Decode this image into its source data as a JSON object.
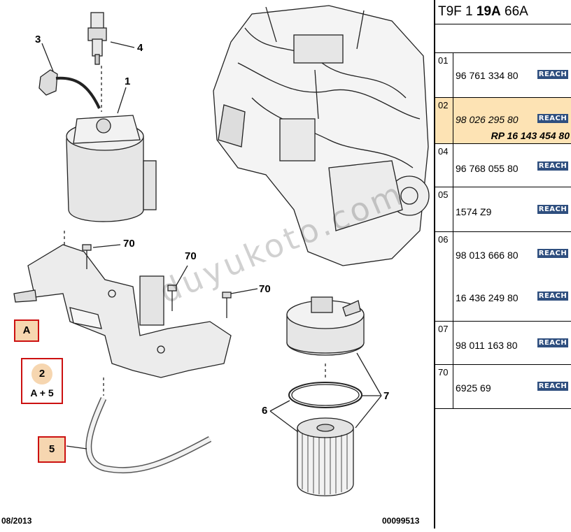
{
  "header": {
    "part1": "T9F 1 ",
    "part2": "19A",
    "part3": " 66A"
  },
  "rows": [
    {
      "num": "01",
      "refs": [
        "96 761 334 80"
      ],
      "reach": "REACH",
      "highlight": false
    },
    {
      "num": "02",
      "refs": [
        "98 026 295 80"
      ],
      "rp": "RP 16 143 454 80",
      "reach": "REACH",
      "highlight": true
    },
    {
      "num": "04",
      "refs": [
        "96 768 055 80"
      ],
      "reach": "REACH",
      "highlight": false
    },
    {
      "num": "05",
      "refs": [
        "1574 Z9"
      ],
      "reach": "REACH",
      "highlight": false
    },
    {
      "num": "06",
      "refs": [
        "98 013 666 80",
        "16 436 249 80"
      ],
      "reach": "REACH",
      "highlight": false
    },
    {
      "num": "07",
      "refs": [
        "98 011 163 80"
      ],
      "reach": "REACH",
      "highlight": false
    },
    {
      "num": "70",
      "refs": [
        "6925 69"
      ],
      "reach": "REACH",
      "highlight": false
    }
  ],
  "callouts": {
    "c1": "1",
    "c3": "3",
    "c4": "4",
    "c5": "5",
    "c6": "6",
    "c7": "7",
    "c70a": "70",
    "c70b": "70",
    "c70c": "70"
  },
  "boxes": {
    "a": "A",
    "two": "2",
    "a_plus_5": "A + 5",
    "five": "5"
  },
  "footer": {
    "date": "08/2013",
    "doc": "00099513"
  },
  "watermark": "duyukoto.com",
  "colors": {
    "highlight": "#fde3b4",
    "redbox": "#cc1111",
    "reach": "#2f4f7f"
  }
}
